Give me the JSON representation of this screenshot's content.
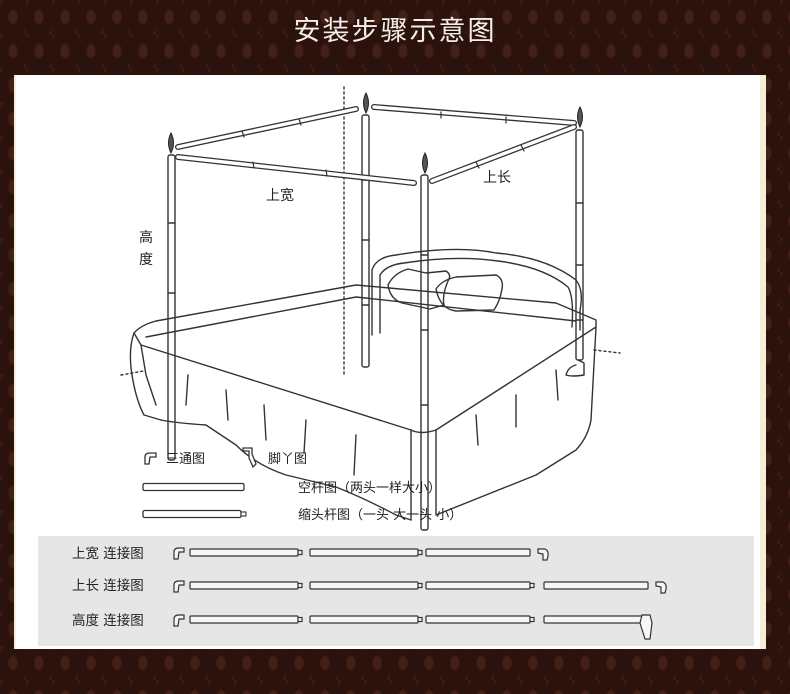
{
  "title": "安装步骤示意图",
  "diagram": {
    "labels": {
      "top_width": "上宽",
      "top_length": "上长",
      "height_chars": [
        "高",
        "度"
      ]
    }
  },
  "legend": {
    "tee_connector": "三通图",
    "foot_connector": "脚丫图",
    "plain_rod": "空杆图（两头一样大小）",
    "reduced_rod": "缩头杆图（一头 大一头 小）"
  },
  "connection_diagrams": [
    {
      "label": "上宽 连接图",
      "rods": 3,
      "end": "elbow"
    },
    {
      "label": "上长 连接图",
      "rods": 4,
      "end": "elbow"
    },
    {
      "label": "高度 连接图",
      "rods": 4,
      "end": "foot"
    }
  ],
  "colors": {
    "frame_bg": "#2b120c",
    "panel_bg": "#ffffff",
    "legend_panel_bg": "#e6e6e6",
    "line": "#333333",
    "title_text": "#f4efe8"
  }
}
